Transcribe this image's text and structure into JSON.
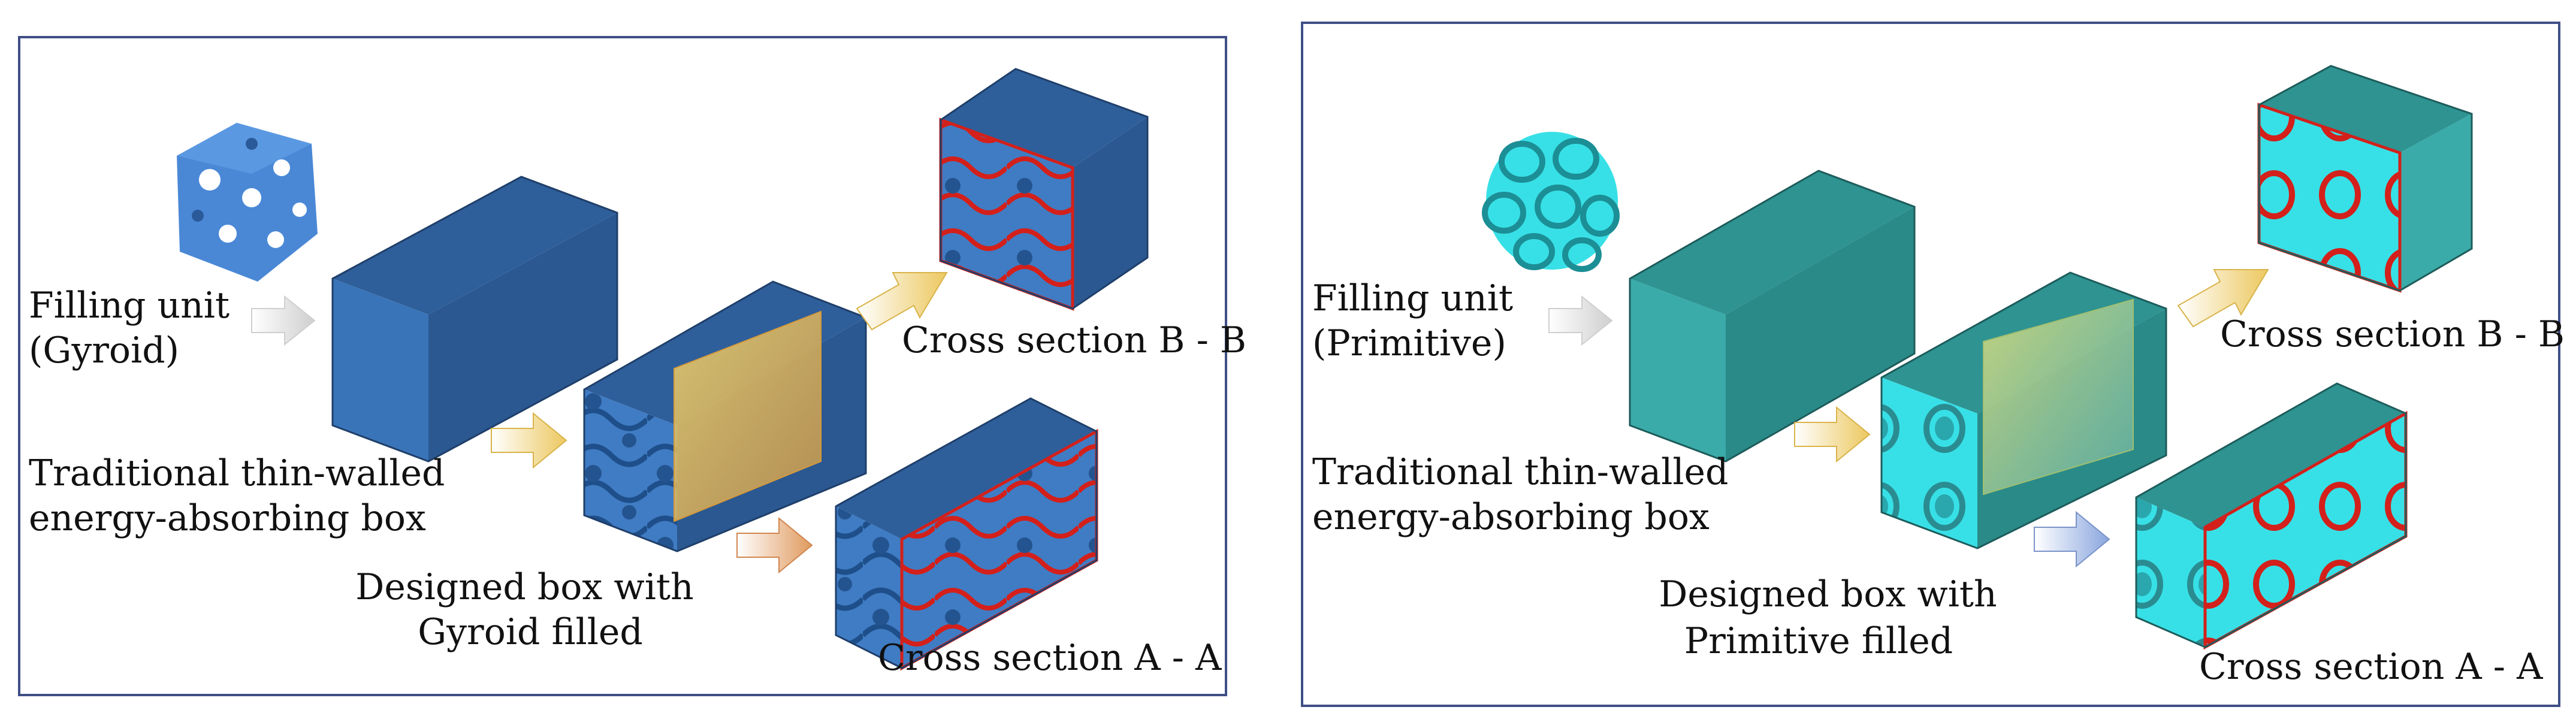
{
  "colors": {
    "panel_border": "#3f4f86",
    "gyroid_blue_front": "#3a74b8",
    "gyroid_blue_top": "#2f5f9a",
    "gyroid_blue_side": "#2b5891",
    "primitive_teal_front": "#3aaba9",
    "primitive_teal_top": "#2e9391",
    "primitive_teal_side": "#2a8a88",
    "primitive_cyan": "#37e0e6",
    "cut_red": "#d3201b",
    "section_plane": "#e9b84a",
    "arrow_yellow": "#ecc860",
    "arrow_orange": "#e09a5e",
    "arrow_blue": "#8aa6df",
    "arrow_grey": "#d9d9d9"
  },
  "panels": [
    {
      "id": "gyroid",
      "filling_unit": [
        "Filling unit",
        "(Gyroid)"
      ],
      "traditional_box": [
        "Traditional thin-walled",
        "energy-absorbing box"
      ],
      "designed_box": [
        "Designed box with",
        "Gyroid filled"
      ],
      "section_b": "Cross section  B - B",
      "section_a": "Cross section  A - A"
    },
    {
      "id": "primitive",
      "filling_unit": [
        "Filling unit",
        "(Primitive)"
      ],
      "traditional_box": [
        "Traditional thin-walled",
        "energy-absorbing box"
      ],
      "designed_box": [
        "Designed box with",
        "Primitive filled"
      ],
      "section_b": "Cross section  B - B",
      "section_a": "Cross section  A - A"
    }
  ]
}
